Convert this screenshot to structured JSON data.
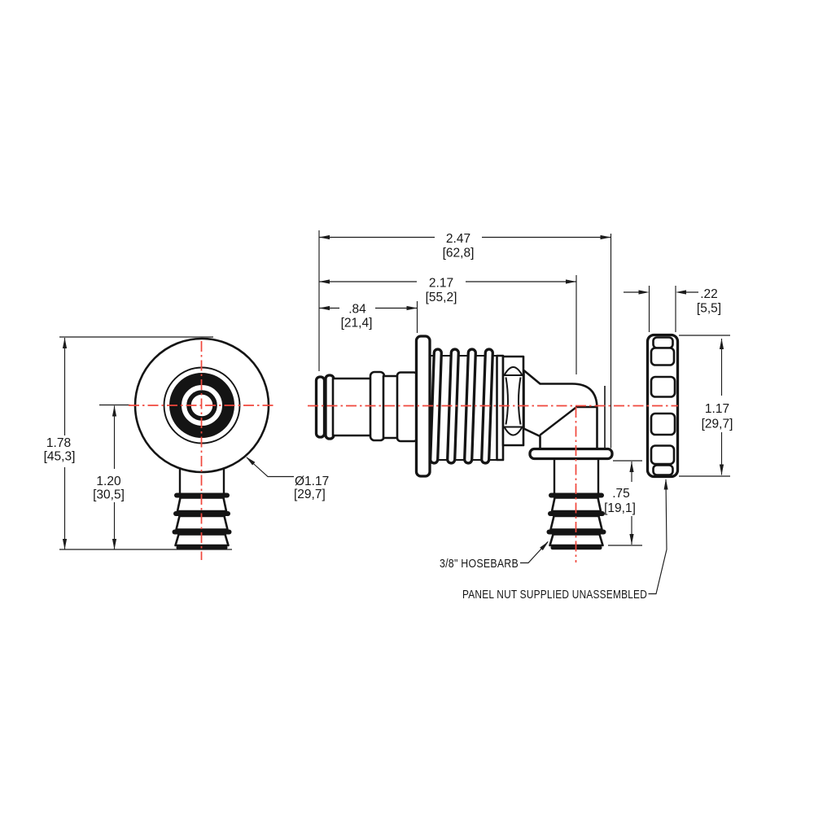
{
  "colors": {
    "line": "#141414",
    "centerline": "#f0473c",
    "background": "#ffffff"
  },
  "dimensions": {
    "overall_length": {
      "in": "2.47",
      "mm": "[62,8]"
    },
    "length_to_barb_center": {
      "in": "2.17",
      "mm": "[55,2]"
    },
    "stem_length": {
      "in": ".84",
      "mm": "[21,4]"
    },
    "nut_thickness": {
      "in": ".22",
      "mm": "[5,5]"
    },
    "nut_height": {
      "in": "1.17",
      "mm": "[29,7]"
    },
    "overall_height": {
      "in": "1.78",
      "mm": "[45,3]"
    },
    "center_to_bottom": {
      "in": "1.20",
      "mm": "[30,5]"
    },
    "flange_diameter": {
      "in": "Ø1.17",
      "mm": "[29,7]"
    },
    "barb_length": {
      "in": ".75",
      "mm": "[19,1]"
    }
  },
  "callouts": {
    "hose_barb": "3/8\" HOSEBARB",
    "panel_nut": "PANEL NUT SUPPLIED UNASSEMBLED"
  }
}
